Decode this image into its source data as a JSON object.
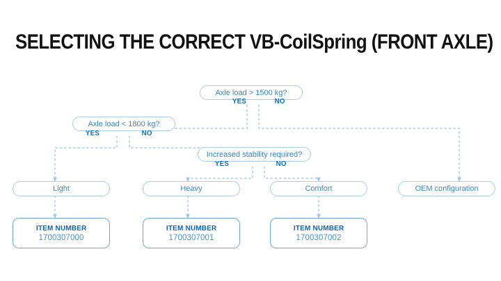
{
  "title": "SELECTING THE CORRECT VB-CoilSpring (FRONT AXLE)",
  "colors": {
    "pill_border": "#a9cbe9",
    "pill_text": "#3b86c6",
    "item_border": "#6aa9da",
    "item_title": "#0a66c2",
    "item_number": "#4a92cf",
    "branch_label": "#0a6fc2",
    "wire": "#9ec8e8",
    "title_text": "#111111",
    "background": "#ffffff"
  },
  "decisions": [
    {
      "id": "axle-load-1500",
      "question": "Axle load > 1500 kg?",
      "yes_label": "YES",
      "no_label": "NO"
    },
    {
      "id": "axle-load-1800",
      "question": "Axle load < 1800 kg?",
      "yes_label": "YES",
      "no_label": "NO"
    },
    {
      "id": "increased-stability",
      "question": "Increased stability required?",
      "yes_label": "YES",
      "no_label": "NO"
    }
  ],
  "results": [
    {
      "id": "light",
      "label": "Light"
    },
    {
      "id": "heavy",
      "label": "Heavy"
    },
    {
      "id": "comfort",
      "label": "Comfort"
    },
    {
      "id": "oem",
      "label": "OEM configuration"
    }
  ],
  "items": [
    {
      "id": "item-light",
      "title": "ITEM NUMBER",
      "number": "1700307000"
    },
    {
      "id": "item-heavy",
      "title": "ITEM NUMBER",
      "number": "1700307001"
    },
    {
      "id": "item-comfort",
      "title": "ITEM NUMBER",
      "number": "1700307002"
    }
  ]
}
